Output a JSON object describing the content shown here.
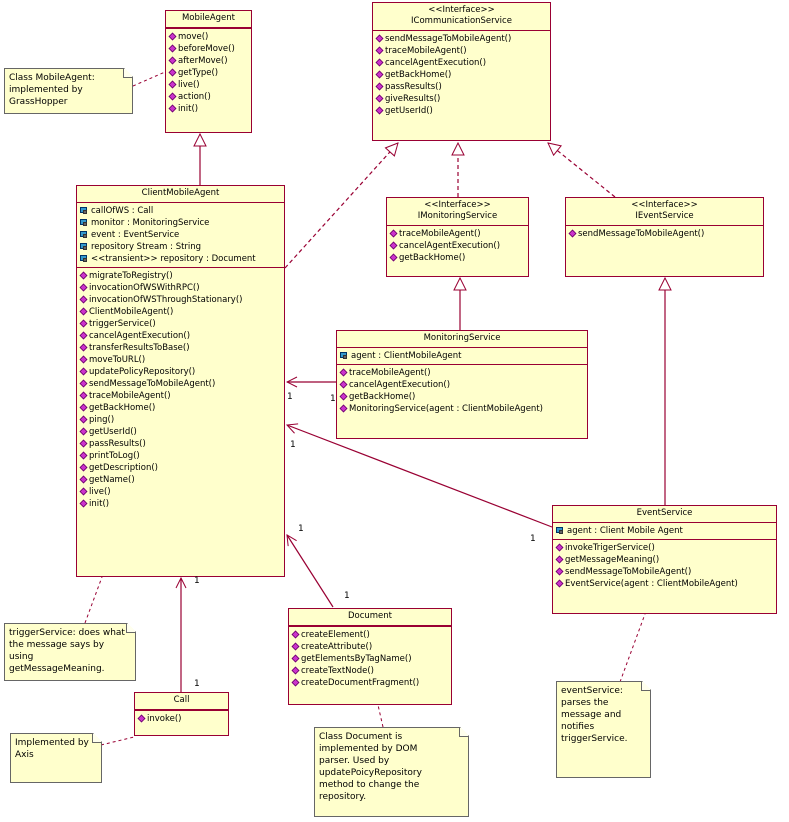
{
  "classes": {
    "mobile_agent": {
      "name": "MobileAgent",
      "operations": [
        "move()",
        "beforeMove()",
        "afterMove()",
        "getType()",
        "live()",
        "action()",
        "init()"
      ]
    },
    "icommunication_service": {
      "stereotype": "<<Interface>>",
      "name": "ICommunicationService",
      "operations": [
        "sendMessageToMobileAgent()",
        "traceMobileAgent()",
        "cancelAgentExecution()",
        "getBackHome()",
        "passResults()",
        "giveResults()",
        "getUserId()"
      ]
    },
    "client_mobile_agent": {
      "name": "ClientMobileAgent",
      "attributes": [
        "callOfWS : Call",
        "monitor : MonitoringService",
        "event : EventService",
        "repository Stream : String",
        "<<transient>> repository : Document"
      ],
      "operations": [
        "migrateToRegistry()",
        "invocationOfWSWithRPC()",
        "invocationOfWSThroughStationary()",
        "ClientMobileAgent()",
        "triggerService()",
        "cancelAgentExecution()",
        "transferResultsToBase()",
        "moveToURL()",
        "updatePolicyRepository()",
        "sendMessageToMobileAgent()",
        "traceMobileAgent()",
        "getBackHome()",
        "ping()",
        "getUserId()",
        "passResults()",
        "printToLog()",
        "getDescription()",
        "getName()",
        "live()",
        "init()"
      ]
    },
    "imonitoring_service": {
      "stereotype": "<<Interface>>",
      "name": "IMonitoringService",
      "operations": [
        "traceMobileAgent()",
        "cancelAgentExecution()",
        "getBackHome()"
      ]
    },
    "ievent_service": {
      "stereotype": "<<Interface>>",
      "name": "IEventService",
      "operations": [
        "sendMessageToMobileAgent()"
      ]
    },
    "monitoring_service": {
      "name": "MonitoringService",
      "attributes": [
        "agent : ClientMobileAgent"
      ],
      "operations": [
        "traceMobileAgent()",
        "cancelAgentExecution()",
        "getBackHome()",
        "MonitoringService(agent : ClientMobileAgent)"
      ]
    },
    "event_service": {
      "name": "EventService",
      "attributes": [
        "agent : Client Mobile Agent"
      ],
      "operations": [
        "invokeTrigerService()",
        "getMessageMeaning()",
        "sendMessageToMobileAgent()",
        "EventService(agent : ClientMobileAgent)"
      ]
    },
    "document": {
      "name": "Document",
      "operations": [
        "createElement()",
        "createAttribute()",
        "getElementsByTagName()",
        "createTextNode()",
        "createDocumentFragment()"
      ]
    },
    "call": {
      "name": "Call",
      "operations": [
        "invoke()"
      ]
    }
  },
  "notes": {
    "mobile_agent_note": "Class MobileAgent: implemented by GrassHopper",
    "trigger_note": "triggerService: does what the message says by using getMessageMeaning.",
    "axis_note": "Implemented by Axis",
    "document_note": "Class Document is implemented by DOM parser. Used by updatePoicyRepository method to change the repository.",
    "event_note": "eventService: parses the message and notifies triggerService."
  },
  "multiplicities": {
    "monitor_cma": "1",
    "monitor_ms": "1",
    "event_cma": "1",
    "event_es": "1",
    "doc_cma": "1",
    "doc_doc": "1",
    "call_cma": "1",
    "call_call": "1"
  },
  "colors": {
    "fill": "#ffffcc",
    "border": "#990033",
    "operation_icon": "#cc33cc",
    "attribute_icon": "#3399cc"
  }
}
